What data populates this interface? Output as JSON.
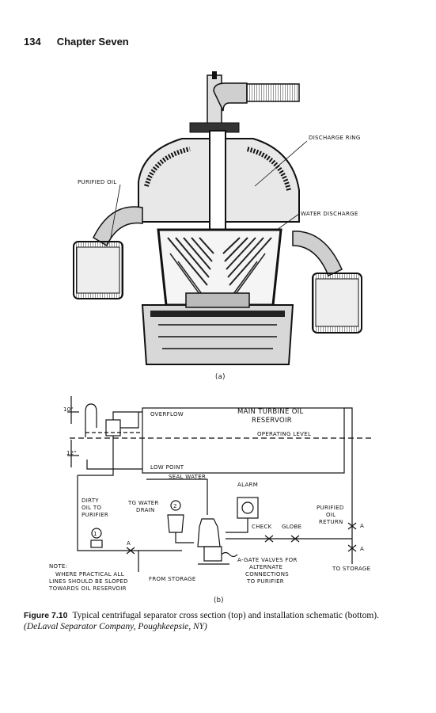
{
  "header": {
    "page_number": "134",
    "chapter": "Chapter Seven"
  },
  "figure_a": {
    "labels": {
      "discharge_ring": "DISCHARGE RING",
      "purified_oil": "PURIFIED OIL",
      "water_discharge": "WATER DISCHARGE"
    },
    "sublabel": "(a)"
  },
  "figure_b": {
    "labels": {
      "height_10": "10\"",
      "height_12": "12\"",
      "overflow": "OVERFLOW",
      "reservoir_line1": "MAIN TURBINE OIL",
      "reservoir_line2": "RESERVOIR",
      "operating_level": "OPERATING LEVEL",
      "low_point": "LOW POINT",
      "seal_water": "SEAL WATER",
      "alarm": "ALARM",
      "dirty_line1": "DIRTY",
      "dirty_line2": "OIL TO",
      "dirty_line3": "PURIFIER",
      "tg_line1": "TG WATER",
      "tg_line2": "DRAIN",
      "purified_line1": "PURIFIED",
      "purified_line2": "OIL",
      "purified_line3": "RETURN",
      "check": "CHECK",
      "globe": "GLOBE",
      "valve_a": "A",
      "pump_1": "1",
      "pump_2": "2",
      "agate_line1": "A-GATE VALVES FOR",
      "agate_line2": "ALTERNATE",
      "agate_line3": "CONNECTIONS",
      "agate_line4": "TO PURIFIER",
      "from_storage": "FROM STORAGE",
      "to_storage": "TO STORAGE",
      "note_title": "NOTE:",
      "note_line1": "WHERE PRACTICAL ALL",
      "note_line2": "LINES SHOULD BE SLOPED",
      "note_line3": "TOWARDS OIL RESERVOIR"
    },
    "sublabel": "(b)"
  },
  "caption": {
    "figure_label": "Figure 7.10",
    "text": "Typical centrifugal separator cross section (top) and installation schematic (bottom).",
    "credit": "(DeLaval Separator Company, Poughkeepsie, NY)"
  }
}
